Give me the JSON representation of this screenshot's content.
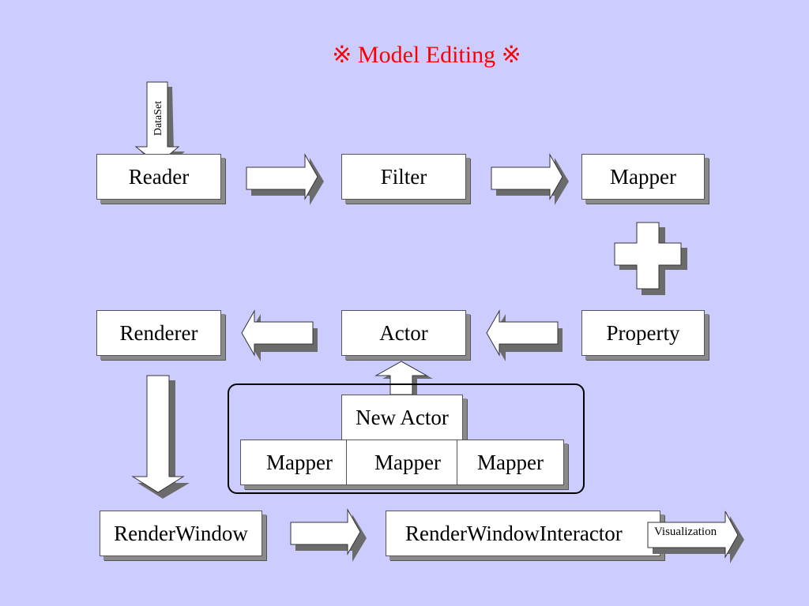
{
  "title": "※ Model Editing ※",
  "nodes": {
    "reader": "Reader",
    "filter": "Filter",
    "mapper_top": "Mapper",
    "property": "Property",
    "actor": "Actor",
    "renderer": "Renderer",
    "new_actor": "New Actor",
    "mapper_1": "Mapper",
    "mapper_2": "Mapper",
    "mapper_3": "Mapper",
    "render_window": "RenderWindow",
    "render_window_interactor": "RenderWindowInteractor"
  },
  "arrow_labels": {
    "dataset": "DataSet",
    "visualization": "Visualization"
  },
  "colors": {
    "background": "#ccccff",
    "title": "#ff0000",
    "box_fill": "#ffffff",
    "shadow": "#8a8a8a"
  }
}
